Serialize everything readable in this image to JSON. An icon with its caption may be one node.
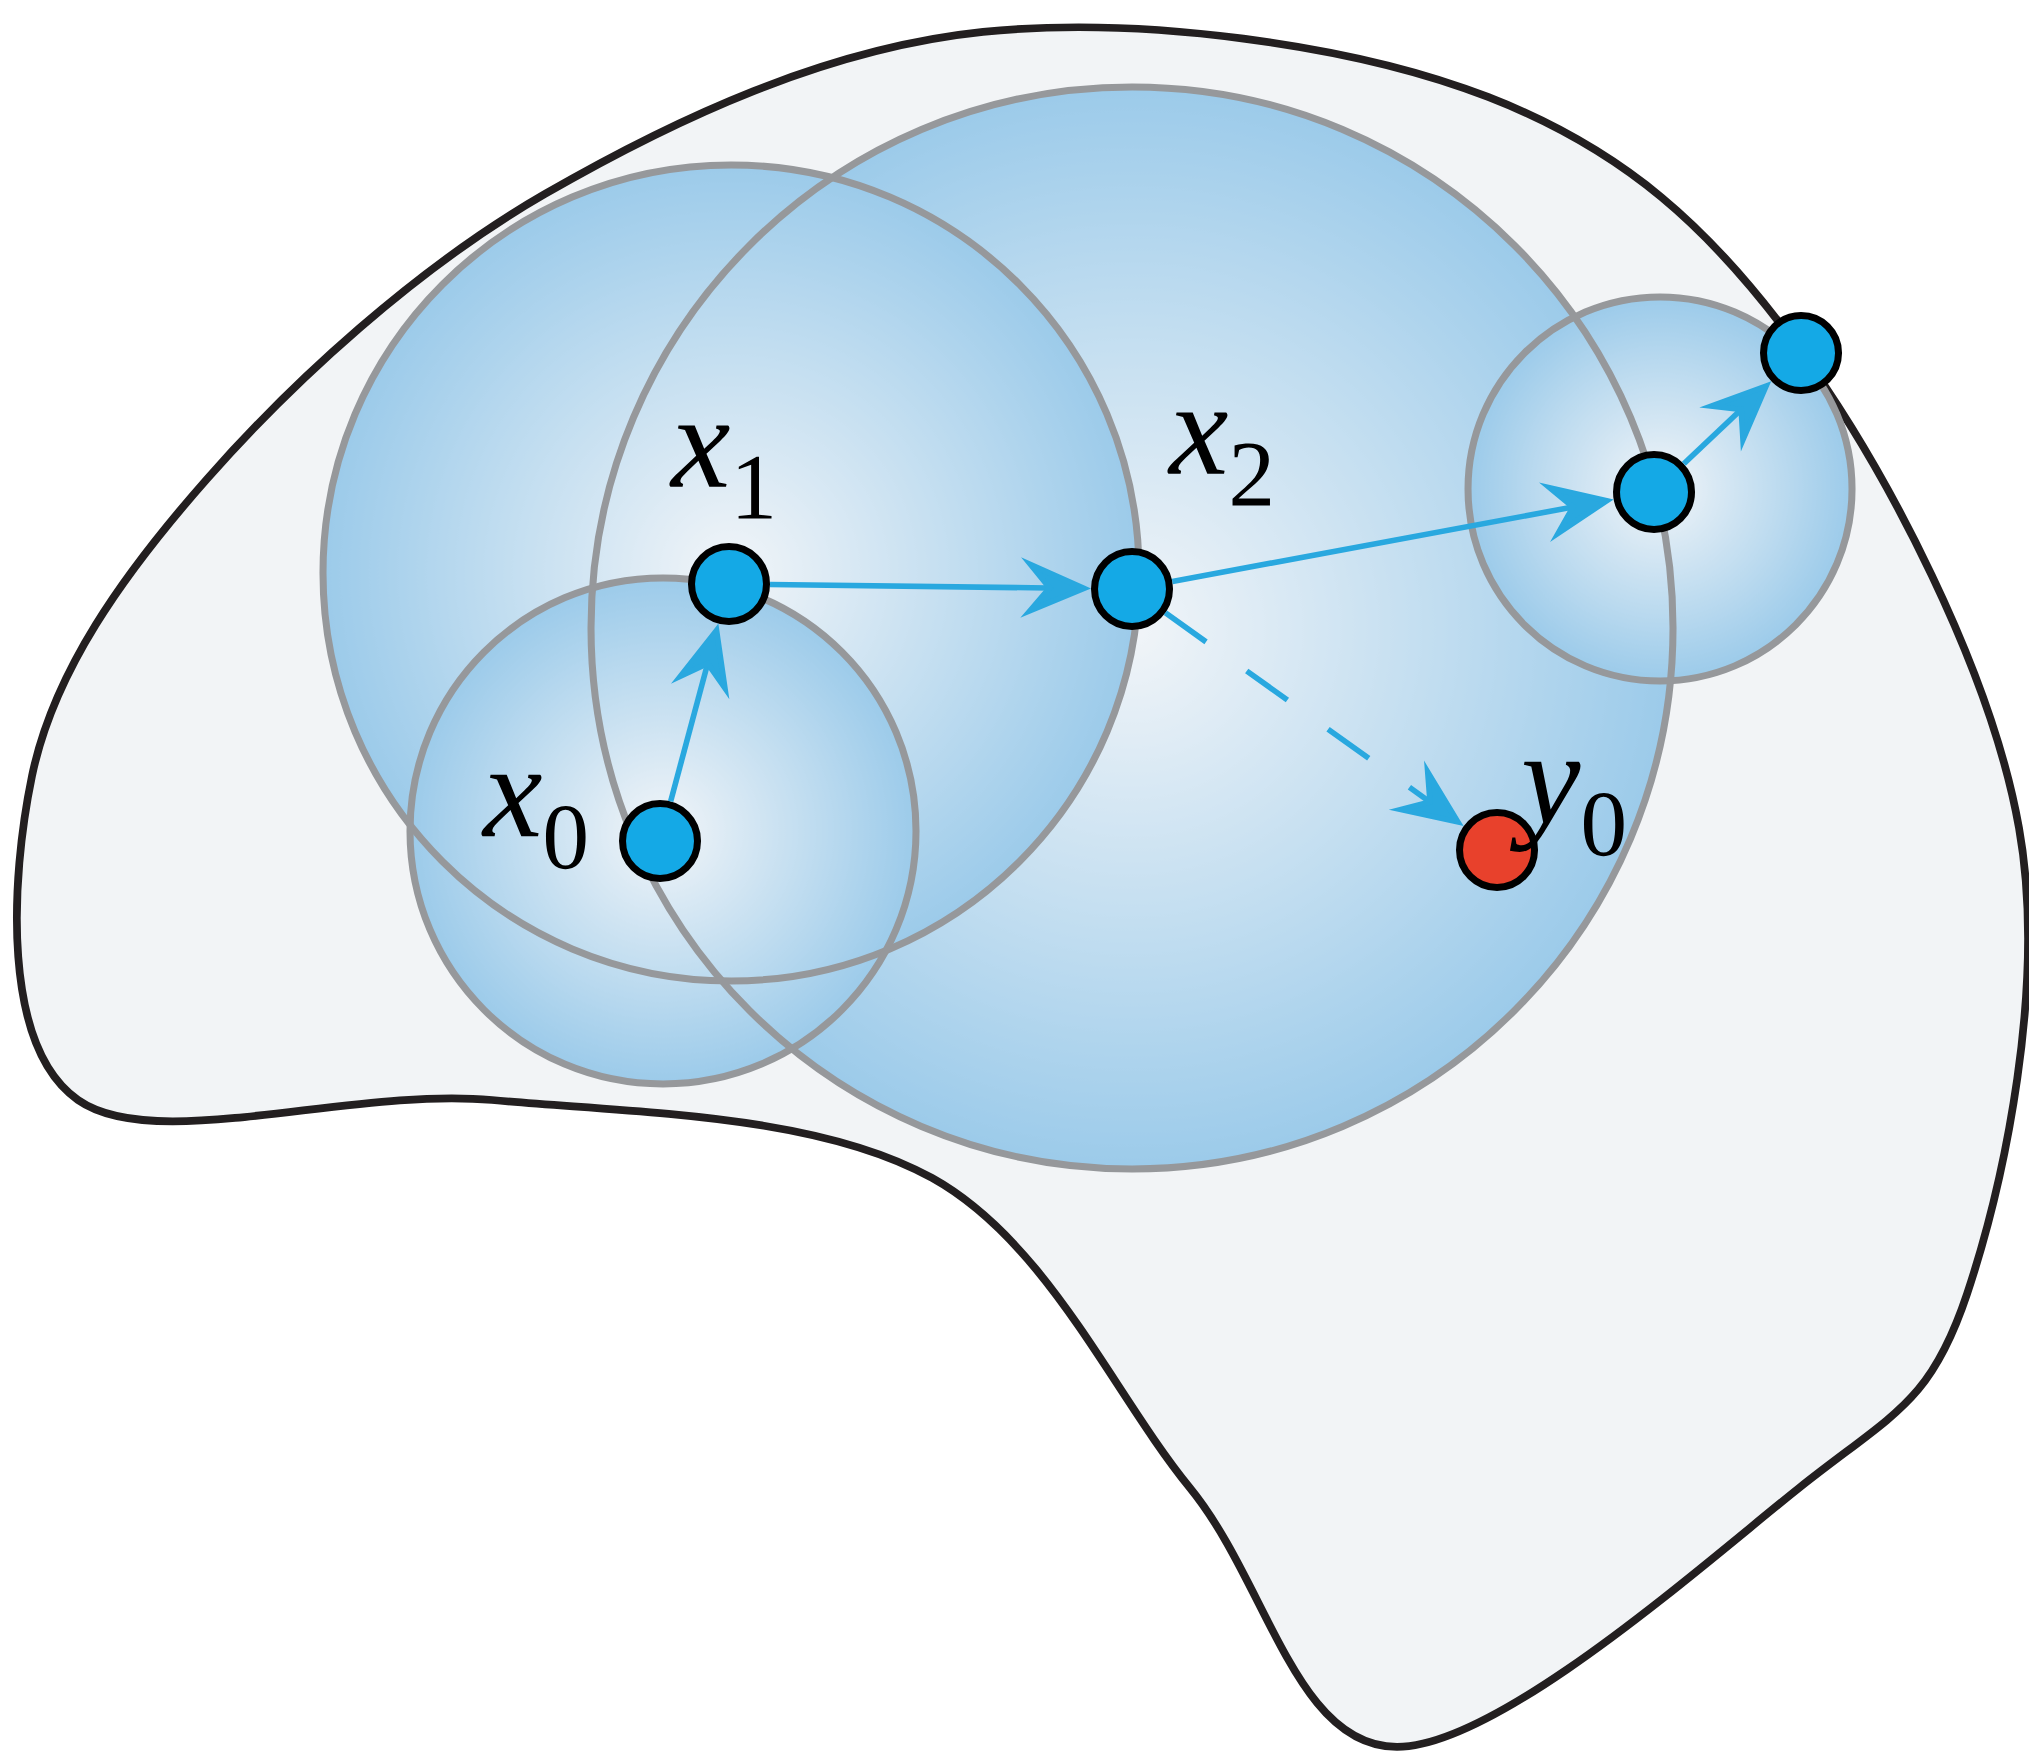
{
  "diagram": {
    "nodes": [
      {
        "text": [],
        "shape": "circle",
        "beside": [
          "*x*$_{0}$"
        ]
      },
      {
        "text": [],
        "shape": "circle",
        "beside": [
          "*x*$_{1}$"
        ]
      },
      {
        "text": [],
        "shape": "circle",
        "beside": [
          "*x*$_{2}$"
        ]
      },
      {
        "text": [],
        "shape": "circle"
      },
      {
        "text": [],
        "shape": "circle"
      },
      {
        "text": [],
        "shape": "circle",
        "beside": [
          "*y*$_{0}$"
        ]
      }
    ],
    "edges": [
      {
        "from": 0,
        "to": 1,
        "arrow": "to"
      },
      {
        "from": 1,
        "to": 2,
        "arrow": "to"
      },
      {
        "from": 2,
        "to": 3,
        "arrow": "to"
      },
      {
        "from": 3,
        "to": 4,
        "arrow": "to"
      },
      {
        "from": 2,
        "to": 5,
        "arrow": "to",
        "style": "dashed"
      }
    ]
  }
}
